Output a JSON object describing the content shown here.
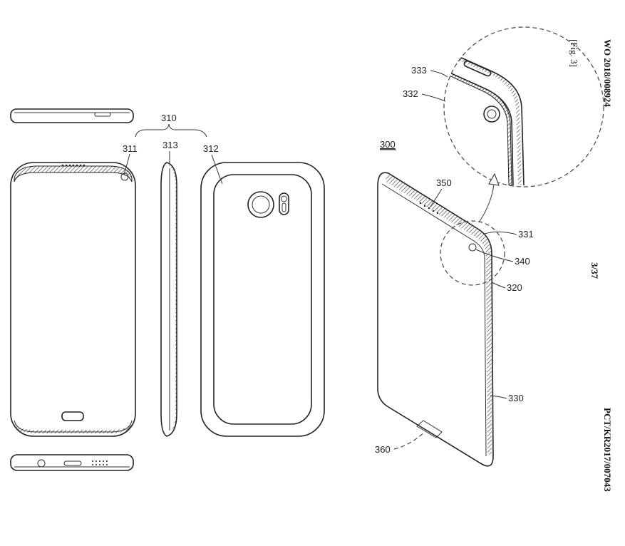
{
  "header": {
    "publication_number": "WO 2018/008924",
    "figure_label": "[Fig. 3]",
    "sheet": "3/37",
    "application_number": "PCT/KR2017/007043"
  },
  "labels": {
    "group": "310",
    "front": "311",
    "side": "313",
    "back": "312",
    "device": "300",
    "detail_top": "333",
    "detail_body": "332",
    "speaker": "350",
    "edge": "331",
    "sensor": "340",
    "frame": "320",
    "display": "330",
    "home_button": "360"
  }
}
